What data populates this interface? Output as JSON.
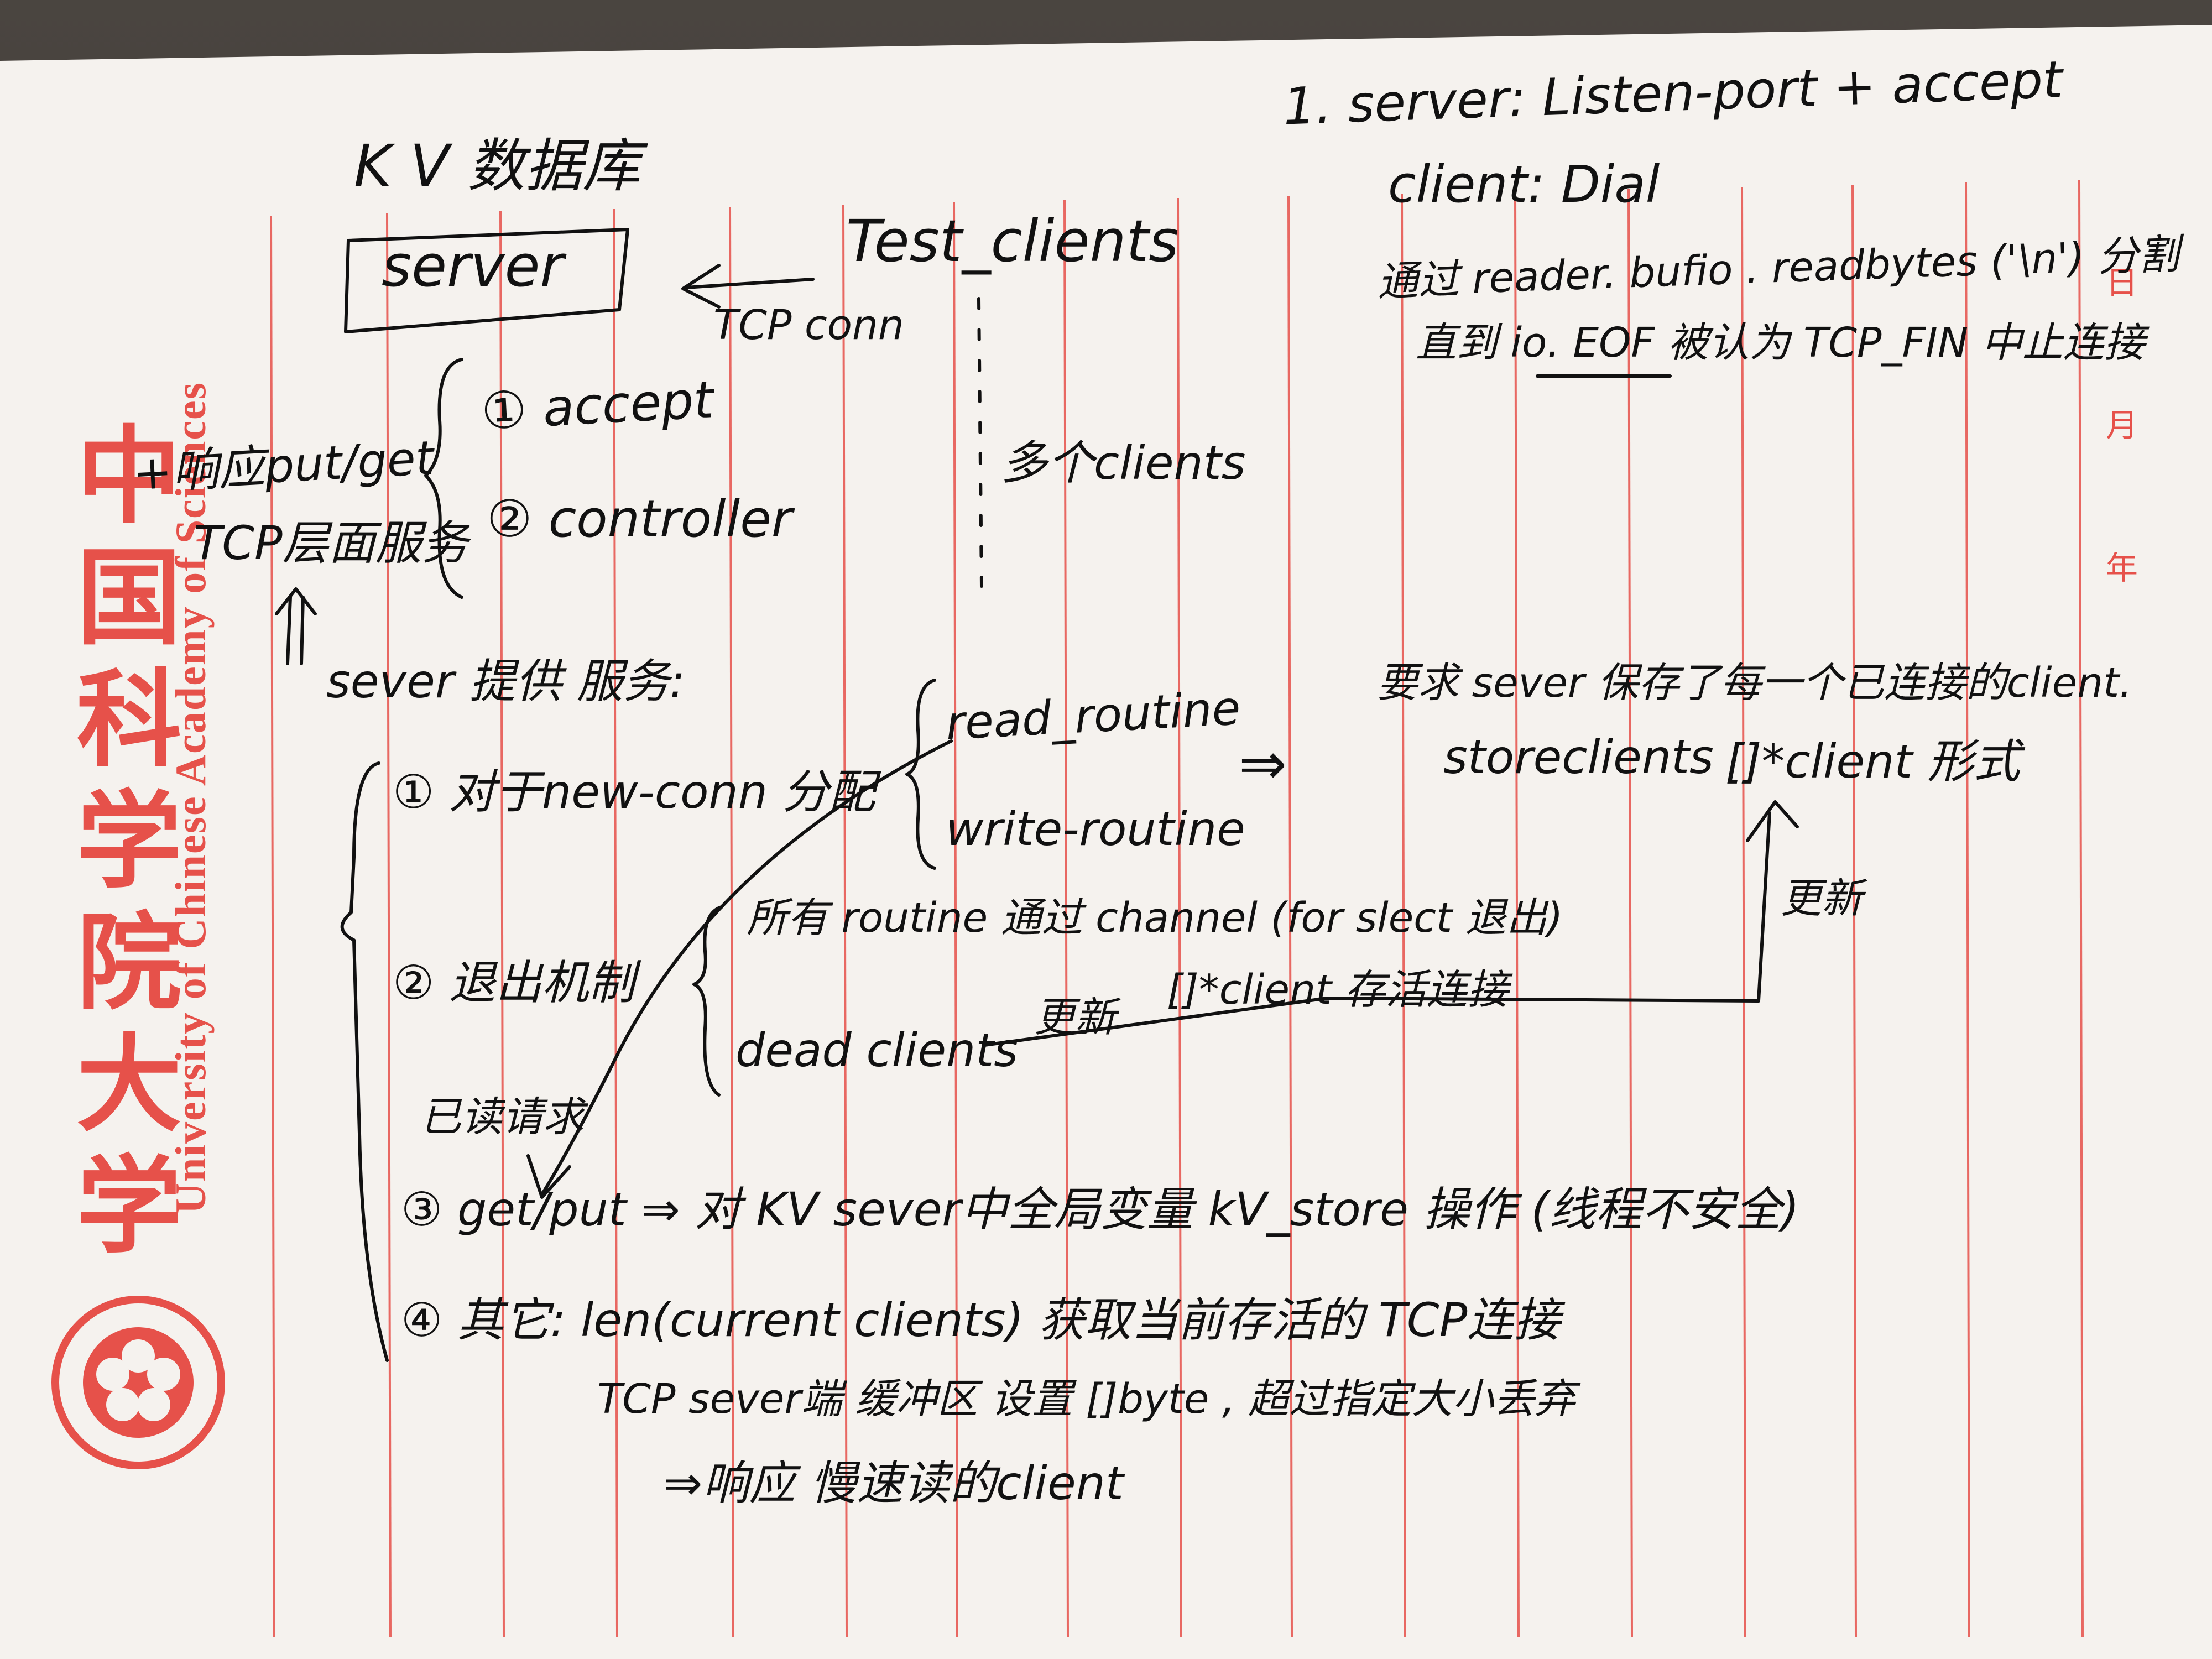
{
  "header": {
    "uni_cn": "中国科学院大学",
    "uni_en": "University of Chinese Academy of Sciences",
    "side_labels": [
      "日",
      "月",
      "年"
    ]
  },
  "notes": {
    "title": "K V 数据库",
    "server_box": "server",
    "test_clients": "Test_clients",
    "tcp_conn": "TCP conn",
    "multi_clients": "多个clients",
    "resp_put_get": "+响应put/get",
    "tcp_service": "TCP层面服务",
    "accept": "① accept",
    "controller": "② controller",
    "provides": "sever 提供 服务:",
    "new_conn": "① 对于new-conn 分配",
    "read_routine": "read_routine",
    "write_routine": "write-routine",
    "exit_mech": "② 退出机制",
    "all_routine": "所有 routine 通过 channel (for slect 退出)",
    "dead_clients": "dead clients",
    "update1": "更新",
    "client_active": "[]*client 存活连接",
    "read_request": "已读请求",
    "get_put": "③ get/put ⇒ 对 KV sever中全局变量 kV_store 操作 (线程不安全)",
    "other": "④ 其它: len(current clients) 获取当前存活的 TCP连接",
    "tcp_buffer": "TCP sever端 缓冲区 设置 []byte , 超过指定大小丢弃",
    "slow_client": "⇒响应 慢速读的client",
    "p1_server": "1. server: Listen-port + accept",
    "p1_client": "client: Dial",
    "p1_reader": "通过 reader. bufio . readbytes ('\\n') 分割",
    "p1_eof": "直到 io. EOF 被认为 TCP_FIN 中止连接",
    "require": "要求 sever 保存了每一个已连接的client.",
    "storeclients": "storeclients",
    "client_form": "[]*client 形式",
    "update2": "更新",
    "implies": "⇒"
  },
  "colors": {
    "paper": "#f5f2ee",
    "red_rule": "#e6514a",
    "ink": "#111111"
  }
}
